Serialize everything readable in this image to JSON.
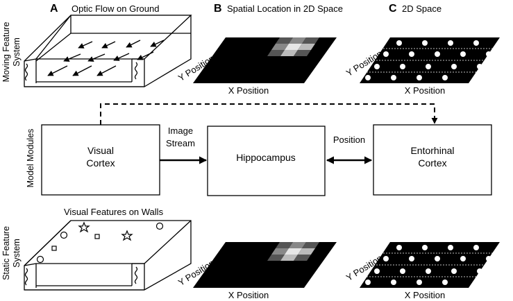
{
  "panels": {
    "a": {
      "letter": "A",
      "title": "Optic Flow on Ground"
    },
    "b": {
      "letter": "B",
      "title": "Spatial Location in 2D Space"
    },
    "c": {
      "letter": "C",
      "title": "2D Space"
    }
  },
  "side_labels": {
    "moving_line1": "Moving Feature",
    "moving_line2": "System",
    "modules": "Model Modules",
    "static_line1": "Static Feature",
    "static_line2": "System"
  },
  "walls_title": "Visual Features on Walls",
  "axes": {
    "x": "X Position",
    "y": "Y Position"
  },
  "modules": {
    "visual_line1": "Visual",
    "visual_line2": "Cortex",
    "hippocampus": "Hippocampus",
    "entorhinal_line1": "Entorhinal",
    "entorhinal_line2": "Cortex"
  },
  "connections": {
    "image_stream_line1": "Image",
    "image_stream_line2": "Stream",
    "position": "Position"
  },
  "colors": {
    "black": "#000000",
    "grid_dark": "#555555",
    "grid_mid": "#888888",
    "grid_light": "#bbbbbb",
    "grid_white": "#e6e6e6"
  }
}
